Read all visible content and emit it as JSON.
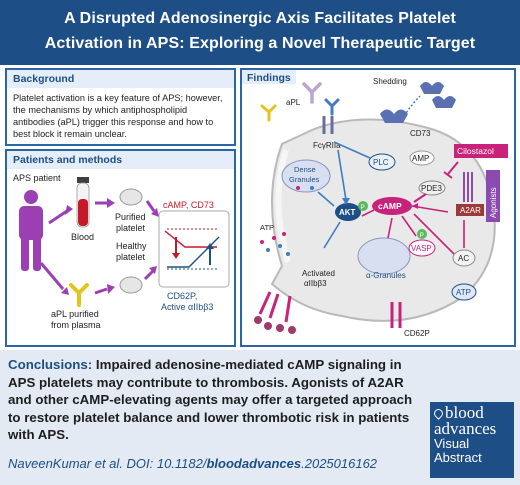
{
  "header": {
    "title_line1": "A Disrupted Adenosinergic Axis Facilitates Platelet",
    "title_line2": "Activation in APS: Exploring a Novel Therapeutic Target"
  },
  "background": {
    "heading": "Background",
    "text": "Platelet activation is a key feature of APS; however, the mechanisms by which antiphospholipid antibodies (aPL) trigger this response and how to best block it remain unclear."
  },
  "patients": {
    "heading": "Patients and methods",
    "aps_patient": "APS patient",
    "blood": "Blood",
    "purified_platelet_1": "Purified",
    "purified_platelet_2": "platelet",
    "healthy_platelet_1": "Healthy",
    "healthy_platelet_2": "platelet",
    "apl_purified_1": "aPL purified",
    "apl_purified_2": "from plasma",
    "camp_cd73": "cAMP, CD73",
    "cd62p": "CD62P,",
    "active_aiib": "Active αIIbβ3"
  },
  "findings": {
    "heading": "Findings",
    "shedding": "Shedding",
    "cd73": "CD73",
    "apl": "aPL",
    "fcyr": "FcγRIIa",
    "plc": "PLC",
    "amp": "AMP",
    "cilostazol": "Cilostazol",
    "agonists": "Agonists",
    "pde3": "PDE3",
    "a2ar": "A2AR",
    "dense_granules_1": "Dense",
    "dense_granules_2": "Granules",
    "camp": "cAMP",
    "akt": "AKT",
    "p": "P",
    "ac": "AC",
    "atp_left": "ATP",
    "atp_right": "ATP",
    "vasp": "VASP",
    "activated_1": "Activated",
    "activated_2": "αIIbβ3",
    "alpha_granules": "α-Granules",
    "cd62p": "CD62P"
  },
  "footer": {
    "conclusions_label": "Conclusions:",
    "conclusions_text": "Impaired adenosine-mediated cAMP signaling in APS platelets may contribute to thrombosis. Agonists of A2AR and other cAMP-elevating agents may offer a targeted approach to restore platelet balance and lower thrombotic risk in patients with APS.",
    "citation_prefix": "NaveenKumar et al. DOI: 10.1182/",
    "citation_bold": "bloodadvances",
    "citation_suffix": ".2025016162",
    "logo_blood": "blood",
    "logo_advances": "advances",
    "logo_visual": "Visual",
    "logo_abstract": "Abstract"
  },
  "colors": {
    "header_blue": "#1d4e86",
    "magenta": "#c8227a",
    "purple_arrow": "#8a4ab0",
    "light_panel": "#e3eaf4"
  }
}
